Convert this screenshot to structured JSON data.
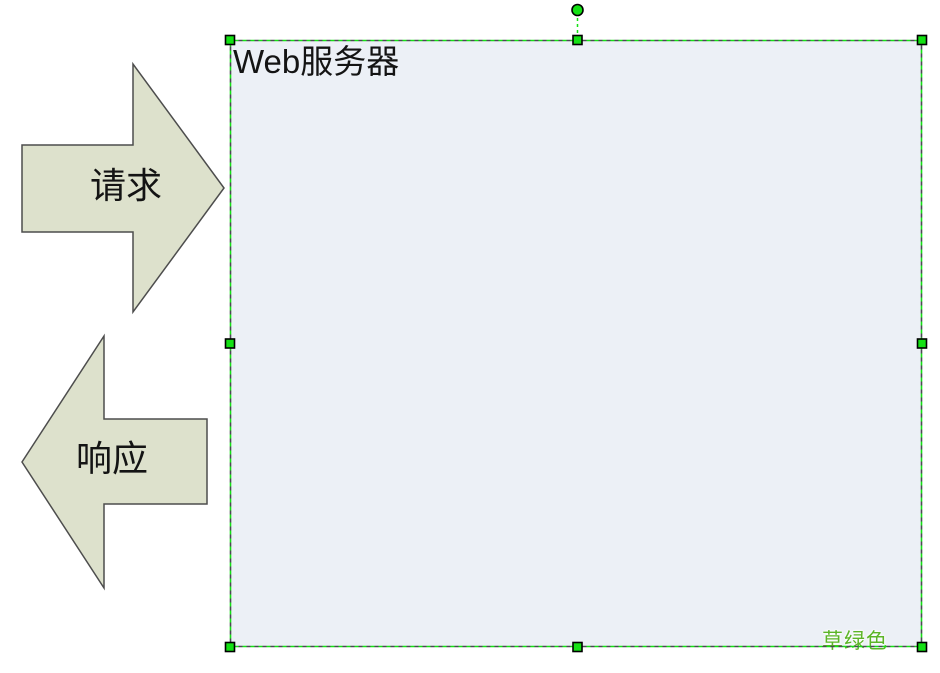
{
  "web_server_box": {
    "title": "Web服务器",
    "color_note": "草绿色"
  },
  "arrows": {
    "request": {
      "label": "请求"
    },
    "response": {
      "label": "响应"
    }
  },
  "colors": {
    "box_fill": "#ecf0f6",
    "box_border": "#a6abb5",
    "arrow_fill": "#dde1cc",
    "arrow_border": "#4d4d4d",
    "selection_green": "#14e114",
    "selection_dark": "#4a4a52",
    "note_green": "#5cb527",
    "text_color": "#141414",
    "background": "#ffffff"
  }
}
